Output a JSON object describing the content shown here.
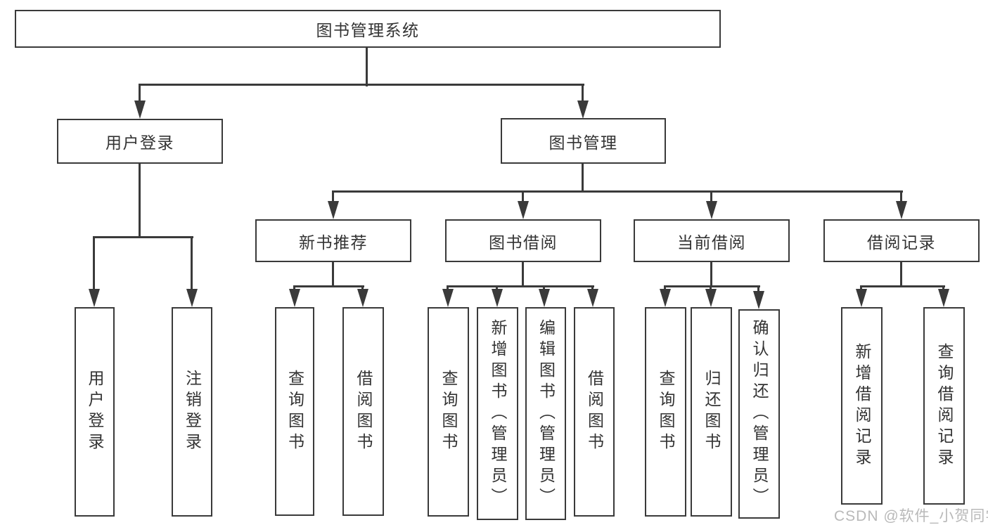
{
  "diagram_type": "hierarchy-tree",
  "nodes": {
    "root": "图书管理系统",
    "user_login": "用户登录",
    "book_mgmt": "图书管理",
    "new_book_rec": "新书推荐",
    "book_borrow": "图书借阅",
    "current_borrow": "当前借阅",
    "borrow_records": "借阅记录",
    "leaf_user_login": "用户登录",
    "leaf_logout": "注销登录",
    "leaf_query_book_1": "查询图书",
    "leaf_borrow_book_1": "借阅图书",
    "leaf_query_book_2": "查询图书",
    "leaf_add_book": "新增图书（管理员）",
    "leaf_edit_book": "编辑图书（管理员）",
    "leaf_borrow_book_2": "借阅图书",
    "leaf_query_book_3": "查询图书",
    "leaf_return_book": "归还图书",
    "leaf_confirm_return": "确认归还（管理员）",
    "leaf_add_record": "新增借阅记录",
    "leaf_query_record": "查询借阅记录"
  },
  "edges": [
    [
      "root",
      "user_login"
    ],
    [
      "root",
      "book_mgmt"
    ],
    [
      "user_login",
      "leaf_user_login"
    ],
    [
      "user_login",
      "leaf_logout"
    ],
    [
      "book_mgmt",
      "new_book_rec"
    ],
    [
      "book_mgmt",
      "book_borrow"
    ],
    [
      "book_mgmt",
      "current_borrow"
    ],
    [
      "book_mgmt",
      "borrow_records"
    ],
    [
      "new_book_rec",
      "leaf_query_book_1"
    ],
    [
      "new_book_rec",
      "leaf_borrow_book_1"
    ],
    [
      "book_borrow",
      "leaf_query_book_2"
    ],
    [
      "book_borrow",
      "leaf_add_book"
    ],
    [
      "book_borrow",
      "leaf_edit_book"
    ],
    [
      "book_borrow",
      "leaf_borrow_book_2"
    ],
    [
      "current_borrow",
      "leaf_query_book_3"
    ],
    [
      "current_borrow",
      "leaf_return_book"
    ],
    [
      "current_borrow",
      "leaf_confirm_return"
    ],
    [
      "borrow_records",
      "leaf_add_record"
    ],
    [
      "borrow_records",
      "leaf_query_record"
    ]
  ],
  "watermark": "CSDN @软件_小贺同学",
  "colors": {
    "line": "#3a3a3a",
    "text": "#333333",
    "box_background": "#ffffff",
    "watermark": "#b9b9b9"
  }
}
